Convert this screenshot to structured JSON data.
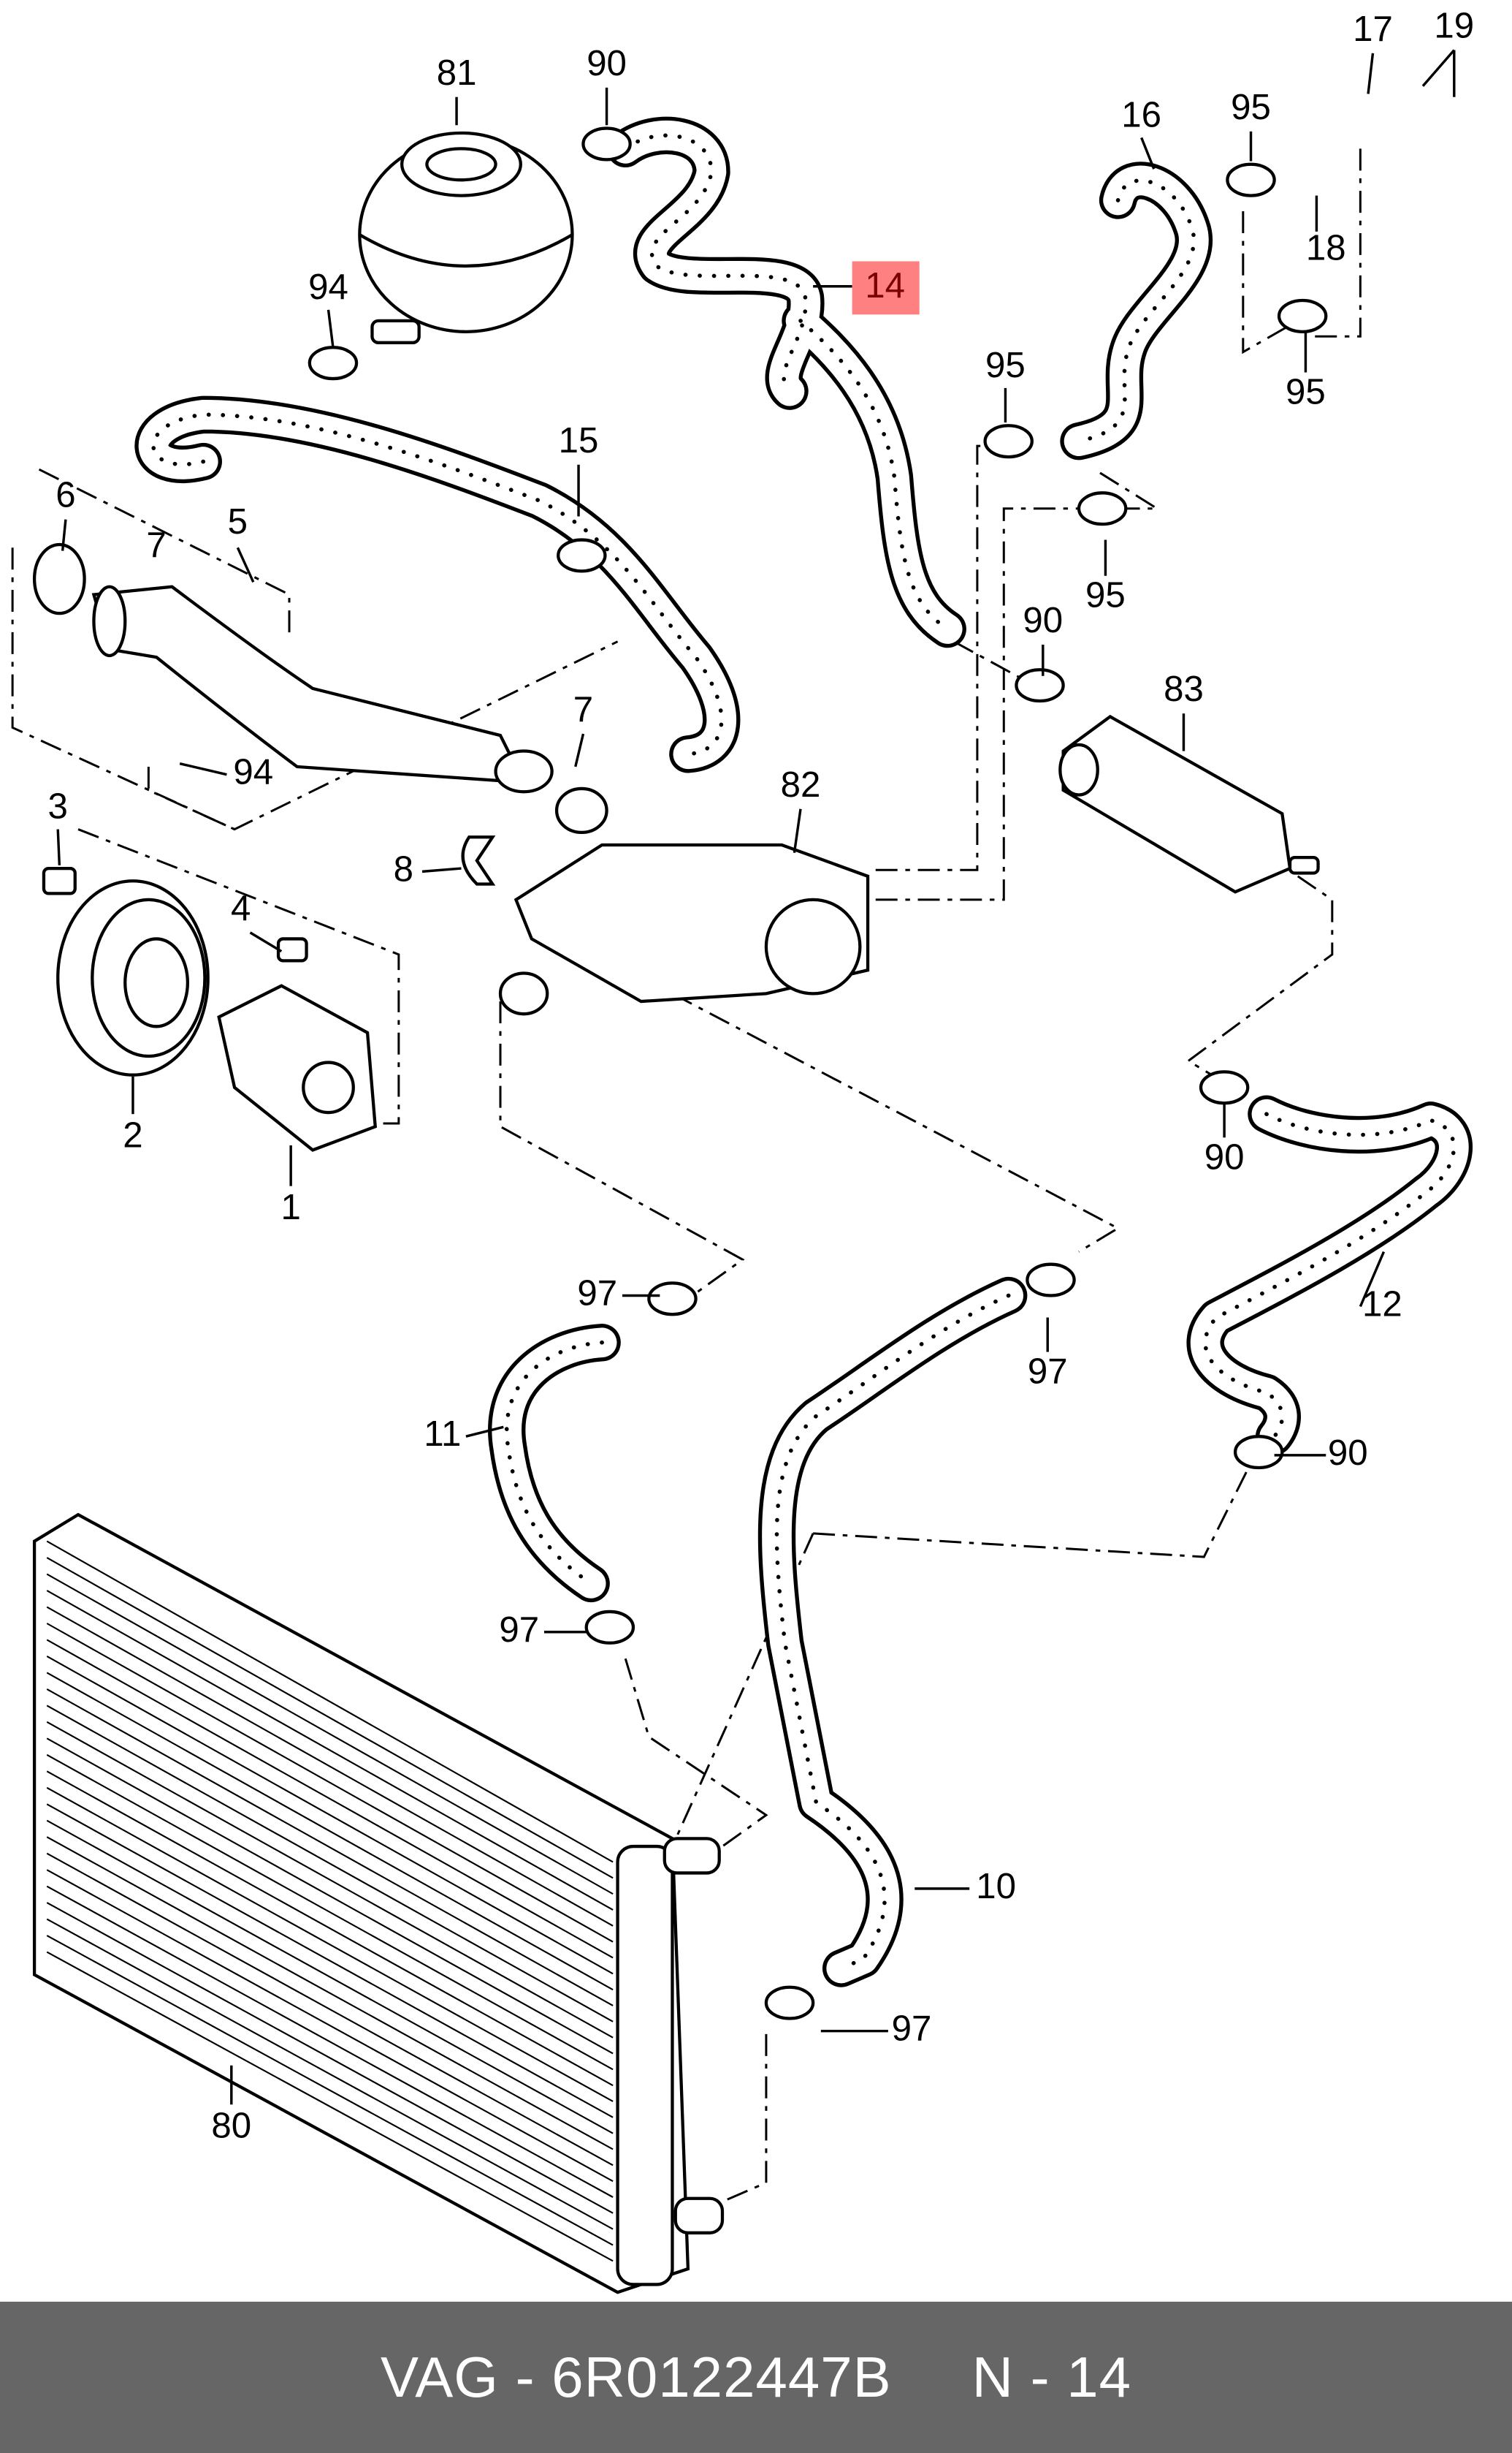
{
  "diagram": {
    "highlight_color": "#ff8080",
    "highlighted_label": "14",
    "labels": {
      "l81": "81",
      "l90a": "90",
      "l17": "17",
      "l19": "19",
      "l16": "16",
      "l95a": "95",
      "l14": "14",
      "l94a": "94",
      "l18": "18",
      "l95b": "95",
      "l95c": "95",
      "l15": "15",
      "l6": "6",
      "l7a": "7",
      "l5": "5",
      "l95d": "95",
      "l90b": "90",
      "l83": "83",
      "l7b": "7",
      "l94b": "94",
      "l82": "82",
      "l3": "3",
      "l8": "8",
      "l4": "4",
      "l2": "2",
      "l1": "1",
      "l90c": "90",
      "l97a": "97",
      "l12": "12",
      "l97b": "97",
      "l11": "11",
      "l90d": "90",
      "l97c": "97",
      "l10": "10",
      "l97d": "97",
      "l80": "80"
    }
  },
  "footer": {
    "background": "#666666",
    "part_text": "VAG - 6R0122447B",
    "page_text": "N - 14"
  }
}
